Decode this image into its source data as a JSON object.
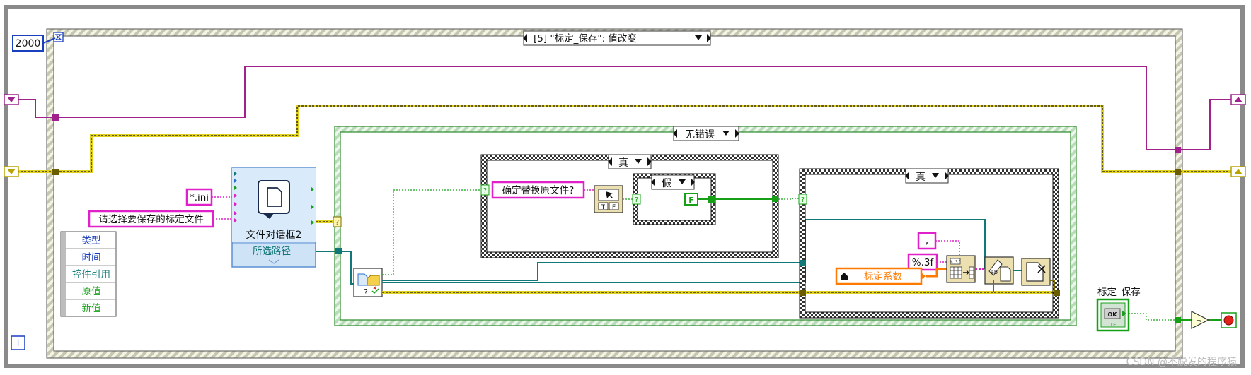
{
  "outer_loop": {
    "label": "",
    "timeout_value": "2000",
    "iteration_icon": "i"
  },
  "event_structure": {
    "case_label": "[5] \"标定_保存\": 值改变",
    "event_data_items": [
      "类型",
      "时间",
      "控件引用",
      "原值",
      "新值"
    ]
  },
  "file_dialog": {
    "pattern_constant": "*.ini",
    "title_constant": "请选择要保存的标定文件",
    "node_label": "文件对话框2",
    "output_label": "所选路径"
  },
  "error_case": {
    "selector": "无错误"
  },
  "replace_case": {
    "selector": "真",
    "prompt_constant": "确定替换原文件?",
    "inner_selector": "假",
    "false_constant": "F"
  },
  "write_case": {
    "selector": "真",
    "delimiter_constant": ",",
    "format_constant": "%.3f",
    "local_variable": "标定系数"
  },
  "control": {
    "label": "标定_保存",
    "button_text": "OK",
    "tf_text": "TF"
  },
  "watermark": "CSDN @不脱发的程序猿",
  "colors": {
    "refnum_wire": "#a0208c",
    "error_wire": "#7a6a00",
    "path_wire": "#117777",
    "bool_wire": "#17a017",
    "string_wire": "#e020c8",
    "numeric_wire": "#ff7a00",
    "loop_border": "#8a8a8a",
    "case_border": "#a6a6a6",
    "node_fill": "#ecdfb0"
  }
}
